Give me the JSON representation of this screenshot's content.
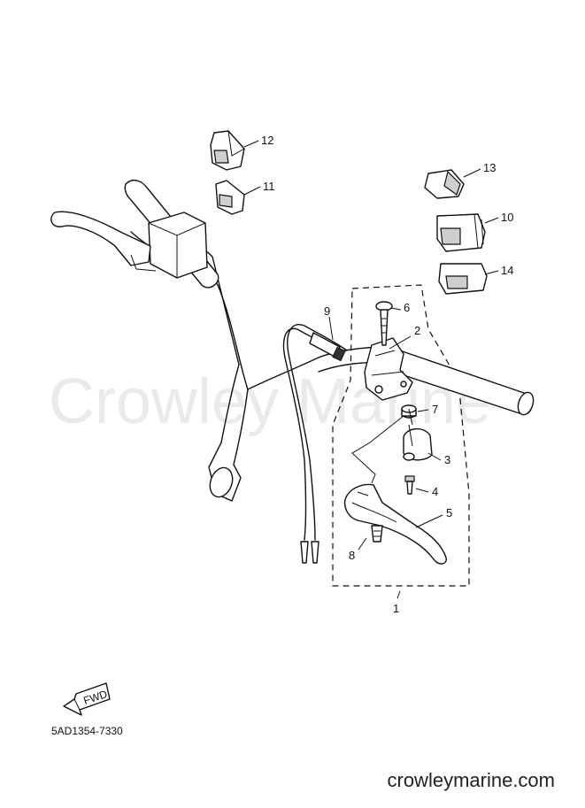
{
  "watermark": "Crowley Marine",
  "part_code": "5AD1354-7330",
  "fwd_label": "FWD",
  "website": "crowleymarine.com",
  "callouts": [
    "1",
    "2",
    "3",
    "4",
    "5",
    "6",
    "7",
    "8",
    "9",
    "10",
    "11",
    "12",
    "13",
    "14"
  ]
}
